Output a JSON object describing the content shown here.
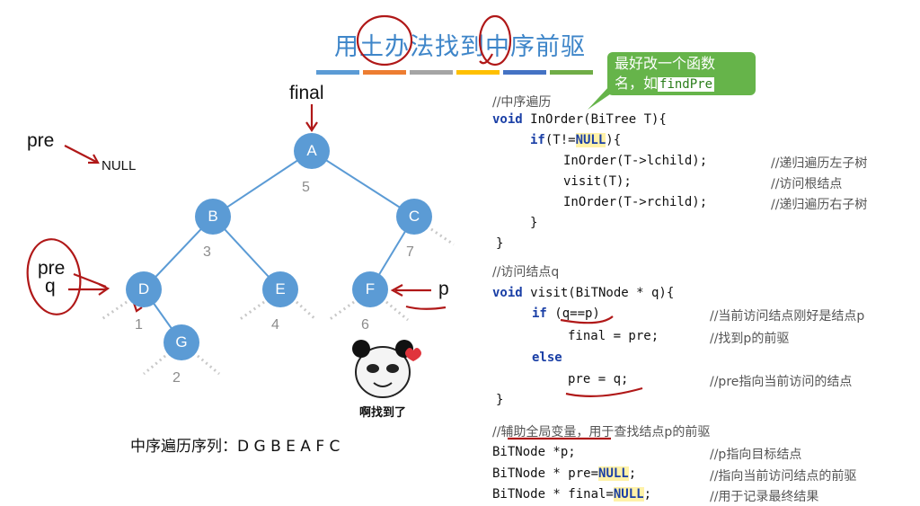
{
  "title": "用土办法找到中序前驱",
  "colors": {
    "node": "#5b9bd5",
    "title": "#3f86c9",
    "annotation_red": "#b01818",
    "bubble": "#66b44a",
    "bars": [
      "#5b9bd5",
      "#ed7d31",
      "#a5a5a5",
      "#ffc000",
      "#4472c4",
      "#70ad47"
    ]
  },
  "tree": {
    "nodes": [
      {
        "id": "A",
        "order": "5"
      },
      {
        "id": "B",
        "order": "3"
      },
      {
        "id": "C",
        "order": "7"
      },
      {
        "id": "D",
        "order": "1"
      },
      {
        "id": "E",
        "order": "4"
      },
      {
        "id": "F",
        "order": "6"
      },
      {
        "id": "G",
        "order": "2"
      }
    ]
  },
  "annotations": {
    "final": "final",
    "pre_top": "pre",
    "null_text": "NULL",
    "pre_circled": "pre",
    "q": "q",
    "p": "p"
  },
  "sequence": "中序遍历序列：D G B E A F C",
  "meme_caption": "啊找到了",
  "bubble": {
    "line1": "最好改一个函数",
    "line2_prefix": "名，如",
    "highlight": "findPre"
  },
  "code": {
    "c1": "//中序遍历",
    "l1_kw": "void",
    "l1_rest": " InOrder(BiTree T){",
    "l2_kw": "if",
    "l2_a": "(T!=",
    "l2_null": "NULL",
    "l2_b": "){",
    "l3": "InOrder(T->lchild);",
    "l3_cm": "//递归遍历左子树",
    "l4": "visit(T);",
    "l4_cm": "//访问根结点",
    "l5": "InOrder(T->rchild);",
    "l5_cm": "//递归遍历右子树",
    "l6": "}",
    "l7": "}",
    "c2": "//访问结点q",
    "l8_kw": "void",
    "l8_rest": " visit(BiTNode * q){",
    "l9_kw": "if",
    "l9_rest": " (q==p)",
    "l9_cm": "//当前访问结点刚好是结点p",
    "l10": "final = pre;",
    "l10_cm": "//找到p的前驱",
    "l11_kw": "else",
    "l12": "pre = q;",
    "l12_cm": "//pre指向当前访问的结点",
    "l13": "}",
    "c3": "//辅助全局变量，用于查找结点p的前驱",
    "g1": "BiTNode *p;",
    "g1_cm": "//p指向目标结点",
    "g2_a": "BiTNode * pre=",
    "g2_null": "NULL",
    "g2_b": ";",
    "g2_cm": "//指向当前访问结点的前驱",
    "g3_a": "BiTNode * final=",
    "g3_null": "NULL",
    "g3_b": ";",
    "g3_cm": "//用于记录最终结果"
  }
}
